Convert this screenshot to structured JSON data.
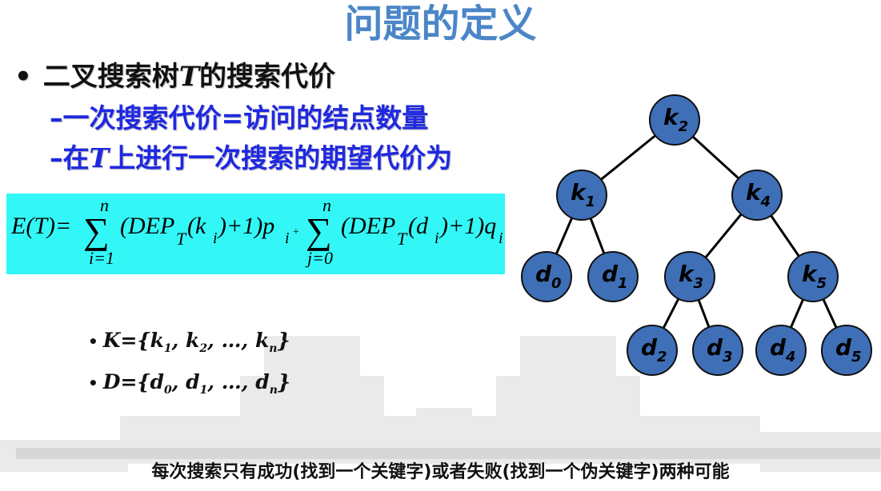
{
  "title": "问题的定义",
  "bullet": {
    "prefix": "二叉搜索树",
    "var": "T",
    "suffix": "的搜索代价"
  },
  "sub1": "–一次搜索代价=访问的结点数量",
  "sub2": {
    "pre": "–在",
    "var": "T",
    "post": "上进行一次搜索的期望代价为"
  },
  "formula": {
    "lhs": "E(T)=",
    "sum1_top": "n",
    "sum1_bottom": "i=1",
    "term1_a": "(DEP",
    "term1_sub": "T",
    "term1_b": "(k",
    "term1_i": "i",
    "term1_c": ")+1)p",
    "term1_p": "i",
    "plus": "+",
    "sum2_top": "n",
    "sum2_bottom": "j=0",
    "term2_a": "(DEP",
    "term2_sub": "T",
    "term2_b": "(d",
    "term2_i": "i",
    "term2_c": ")+1)q",
    "term2_q": "i"
  },
  "sets": {
    "K": {
      "label": "K={",
      "items": [
        "k",
        "1",
        ", k",
        "2",
        ", …, k",
        "n",
        "}"
      ]
    },
    "D": {
      "label": "D={",
      "items": [
        "d",
        "0",
        ", d",
        "1",
        ", …, d",
        "n",
        "}"
      ]
    }
  },
  "tree": {
    "node_color": "#3e6fb7",
    "nodes": [
      {
        "id": "k2",
        "letter": "k",
        "sub": "2"
      },
      {
        "id": "k1",
        "letter": "k",
        "sub": "1"
      },
      {
        "id": "k4",
        "letter": "k",
        "sub": "4"
      },
      {
        "id": "d0",
        "letter": "d",
        "sub": "0"
      },
      {
        "id": "d1",
        "letter": "d",
        "sub": "1"
      },
      {
        "id": "k3",
        "letter": "k",
        "sub": "3"
      },
      {
        "id": "k5",
        "letter": "k",
        "sub": "5"
      },
      {
        "id": "d2",
        "letter": "d",
        "sub": "2"
      },
      {
        "id": "d3",
        "letter": "d",
        "sub": "3"
      },
      {
        "id": "d4",
        "letter": "d",
        "sub": "4"
      },
      {
        "id": "d5",
        "letter": "d",
        "sub": "5"
      }
    ],
    "edges": [
      [
        "k2",
        "k1"
      ],
      [
        "k2",
        "k4"
      ],
      [
        "k1",
        "d0"
      ],
      [
        "k1",
        "d1"
      ],
      [
        "k4",
        "k3"
      ],
      [
        "k4",
        "k5"
      ],
      [
        "k3",
        "d2"
      ],
      [
        "k3",
        "d3"
      ],
      [
        "k5",
        "d4"
      ],
      [
        "k5",
        "d5"
      ]
    ]
  },
  "footer": "每次搜索只有成功(找到一个关键字)或者失败(找到一个伪关键字)两种可能"
}
